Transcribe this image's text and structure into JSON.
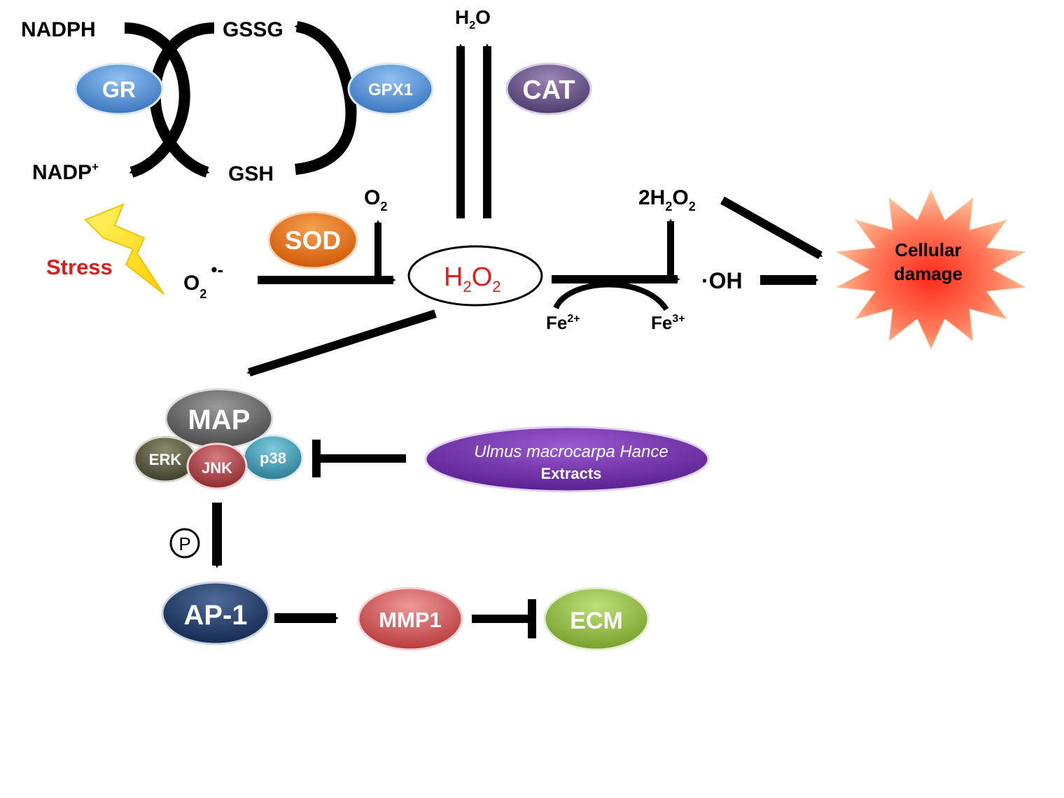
{
  "colors": {
    "GR": "#4a86cc",
    "GPX1": "#4a86cc",
    "CAT": "#5e4a7e",
    "SOD": "#e06a10",
    "MAP": "#5a5a5a",
    "ERK": "#4a4a38",
    "JNK": "#a3353a",
    "p38": "#2f8aa0",
    "AP1": "#1c3660",
    "MMP1": "#c64a4a",
    "ECM": "#8cb43c",
    "extract": "#6a2ca0",
    "stress": "#e21b1b",
    "h2o2_text": "#e21b1b",
    "bolt": "#ffe200",
    "burst_center": "#ff3a2a",
    "burst_edge": "#ffcfa0"
  },
  "labels": {
    "nadph": "NADPH",
    "gssg": "GSSG",
    "nadp": "NADP",
    "nadp_sup": "+",
    "gsh": "GSH",
    "h2o_H": "H",
    "h2o_sub": "2",
    "h2o_O": "O",
    "o2_O": "O",
    "o2_sub": "2",
    "superoxide_O": "O",
    "superoxide_sub": "2",
    "superoxide_sup": "•-",
    "stress": "Stress",
    "h2o2_H": "H",
    "h2o2_sub1": "2",
    "h2o2_O": "O",
    "h2o2_sub2": "2",
    "two_h2o2_a": "2H",
    "two_h2o2_sub1": "2",
    "two_h2o2_b": "O",
    "two_h2o2_sub2": "2",
    "oh": "·OH",
    "fe2": "Fe",
    "fe2_sup": "2+",
    "fe3": "Fe",
    "fe3_sup": "3+",
    "cellular_damage_1": "Cellular",
    "cellular_damage_2": "damage",
    "phospho": "P"
  },
  "enzymes": {
    "gr": "GR",
    "gpx1": "GPX1",
    "cat": "CAT",
    "sod": "SOD",
    "map": "MAP",
    "erk": "ERK",
    "jnk": "JNK",
    "p38": "p38",
    "ap1": "AP-1",
    "mmp1": "MMP1",
    "ecm": "ECM"
  },
  "extract": {
    "name": "Ulmus macrocarpa Hance",
    "sub": "Extracts"
  }
}
